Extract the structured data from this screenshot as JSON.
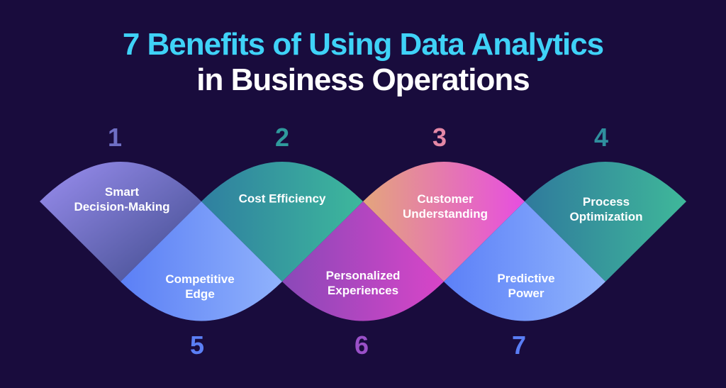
{
  "title": {
    "line1": "7 Benefits of Using Data Analytics",
    "line2": "in Business Operations"
  },
  "colors": {
    "background": "#190c3d",
    "title_accent": "#3fd2f7",
    "title_main": "#ffffff"
  },
  "benefits": [
    {
      "number": "1",
      "label_lines": [
        "Smart",
        "Decision-Making"
      ],
      "row": "top",
      "color_start": "#9a8ef0",
      "color_end": "#4a5296",
      "number_color": "#6f6fc4"
    },
    {
      "number": "2",
      "label_lines": [
        "Cost Efficiency"
      ],
      "row": "top",
      "color_start": "#2f7fa0",
      "color_end": "#3db89c",
      "number_color": "#2f9a9c"
    },
    {
      "number": "3",
      "label_lines": [
        "Customer",
        "Understanding"
      ],
      "row": "top",
      "color_start": "#e4a57c",
      "color_end": "#e64ee0",
      "number_color": "#e488a6"
    },
    {
      "number": "4",
      "label_lines": [
        "Process",
        "Optimization"
      ],
      "row": "top",
      "color_start": "#2f7a9c",
      "color_end": "#3fb89a",
      "number_color": "#2f8f9e"
    },
    {
      "number": "5",
      "label_lines": [
        "Competitive",
        "Edge"
      ],
      "row": "bottom",
      "color_start": "#5b7ff5",
      "color_end": "#90b2fc",
      "number_color": "#5b7ff5"
    },
    {
      "number": "6",
      "label_lines": [
        "Personalized",
        "Experiences"
      ],
      "row": "bottom",
      "color_start": "#8a48b8",
      "color_end": "#d845c8",
      "number_color": "#9a50c8"
    },
    {
      "number": "7",
      "label_lines": [
        "Predictive",
        "Power"
      ],
      "row": "bottom",
      "color_start": "#5c80f8",
      "color_end": "#90b4fc",
      "number_color": "#5a7ef5"
    }
  ]
}
